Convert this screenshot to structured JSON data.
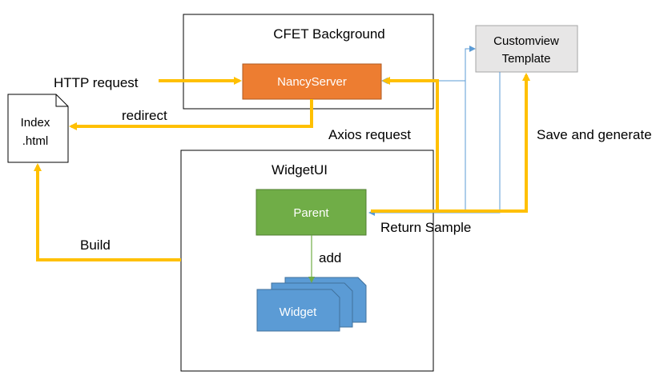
{
  "containers": {
    "cfet_background": "CFET Background",
    "widget_ui": "WidgetUI"
  },
  "nodes": {
    "nancy_server": "NancyServer",
    "index_html": {
      "line1": "Index",
      "line2": ".html"
    },
    "customview_template": {
      "line1": "Customview",
      "line2": "Template"
    },
    "parent": "Parent",
    "widget": "Widget"
  },
  "edges": {
    "http_request": "HTTP request",
    "redirect": "redirect",
    "axios_request": "Axios request",
    "save_and_generate": "Save and generate",
    "return_sample": "Return Sample",
    "build": "Build",
    "add": "add"
  },
  "colors": {
    "arrow_orange": "#ffc000",
    "nancy_fill": "#ed7d31",
    "parent_fill": "#70ad47",
    "widget_fill": "#5b9bd5",
    "template_fill": "#e7e6e6",
    "thin_line": "#5b9bd5"
  }
}
